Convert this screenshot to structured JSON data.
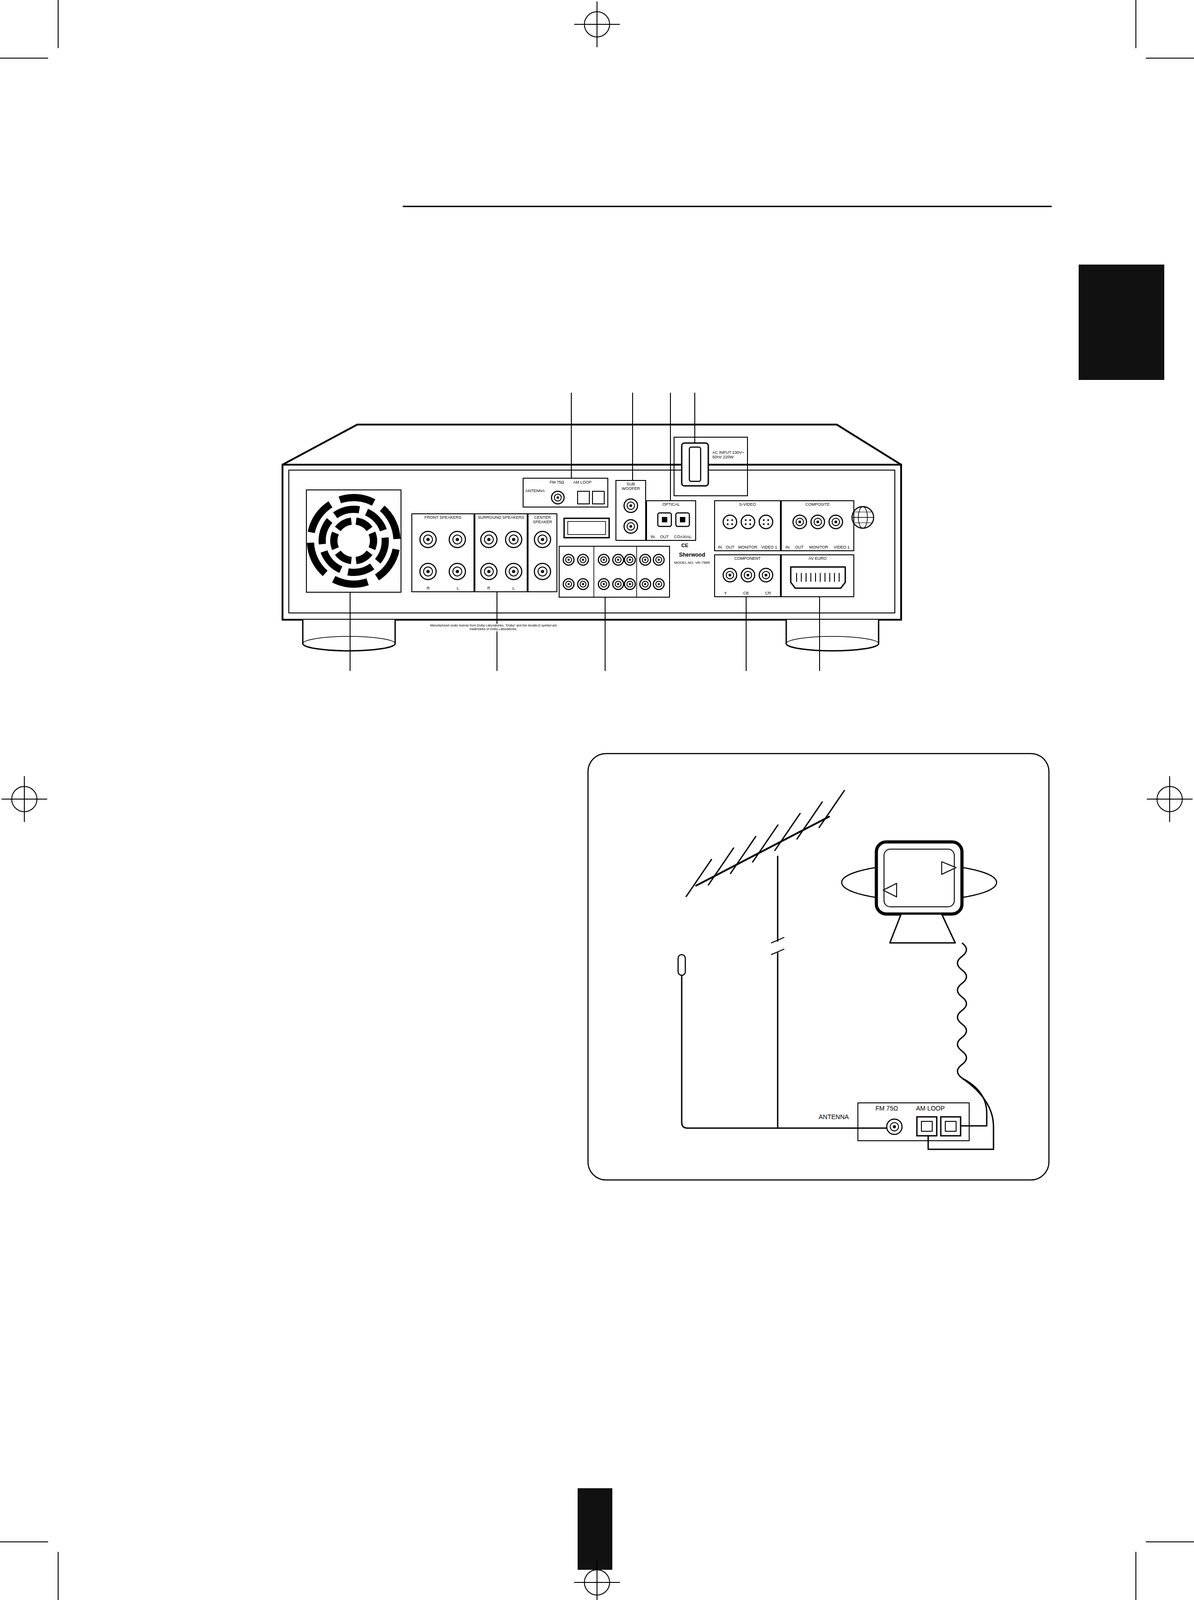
{
  "diagram": {
    "nodes": [
      {
        "text": [
          "ANTENNA",
          "FM 75Ω",
          "AM LOOP"
        ]
      },
      {
        "text": [
          "SUB WOOFER"
        ]
      },
      {
        "text": [
          "OPTICAL",
          "IN",
          "OUT",
          "COAXIAL"
        ]
      },
      {
        "text": [
          "AC INPUT 230V~ 50Hz 220W"
        ]
      },
      {
        "text": [
          "S-VIDEO",
          "IN",
          "OUT",
          "MONITOR",
          "VIDEO 1"
        ]
      },
      {
        "text": [
          "COMPOSITE",
          "IN",
          "OUT",
          "MONITOR",
          "VIDEO 1"
        ]
      },
      {
        "text": [
          "COMPONENT",
          "Y",
          "CB",
          "CR"
        ]
      },
      {
        "text": [
          "AV EURO"
        ]
      },
      {
        "text": [
          "FRONT SPEAKERS",
          "R",
          "L"
        ]
      },
      {
        "text": [
          "SURROUND SPEAKERS",
          "R",
          "L"
        ]
      },
      {
        "text": [
          "CENTER SPEAKER"
        ]
      },
      {
        "text": [
          "ANTENNA",
          "FM 75Ω",
          "AM LOOP"
        ]
      }
    ],
    "labels": [
      "CE",
      "Sherwood",
      "MODEL NO. VR-755R",
      "Manufactured under license from Dolby Laboratories. \"Dolby\" and the double-D symbol are trademarks of Dolby Laboratories."
    ]
  }
}
